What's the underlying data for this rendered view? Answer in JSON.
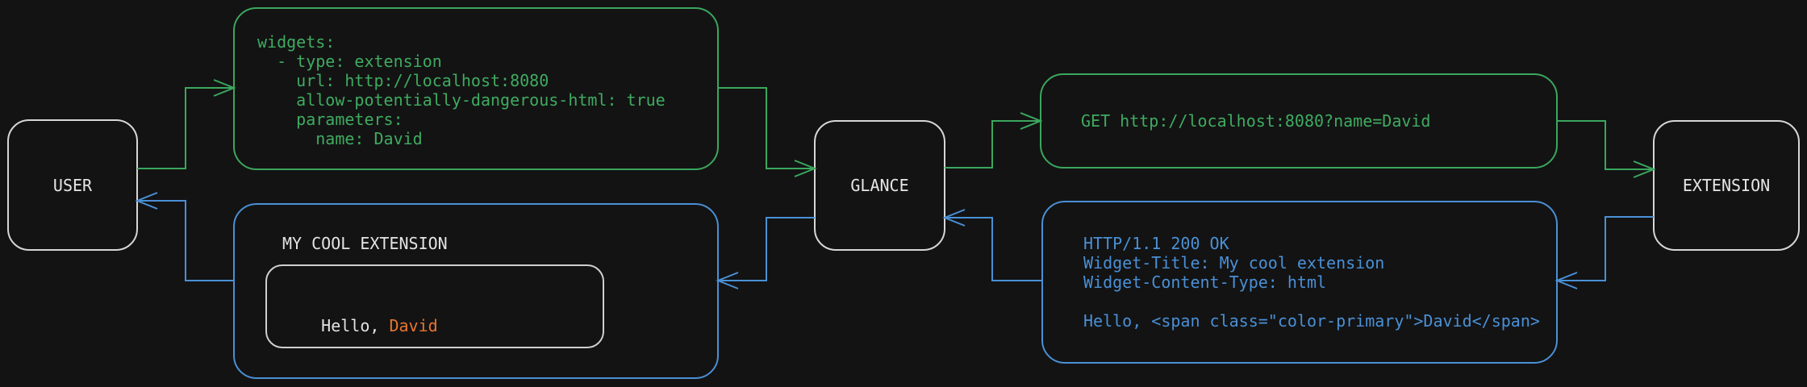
{
  "palette": {
    "background": "#131314",
    "green": "#3ba75d",
    "blue": "#4a90d5",
    "orange": "#e9752f",
    "node_border": "#d6d6d6",
    "text_white": "#e3e3e3"
  },
  "nodes": {
    "user": {
      "label": "USER"
    },
    "glance": {
      "label": "GLANCE"
    },
    "extension": {
      "label": "EXTENSION"
    }
  },
  "config_box": {
    "lines": [
      "widgets:",
      "  - type: extension",
      "    url: http://localhost:8080",
      "    allow-potentially-dangerous-html: true",
      "    parameters:",
      "      name: David"
    ]
  },
  "request_box": {
    "text": "GET http://localhost:8080?name=David"
  },
  "response_box": {
    "lines": [
      "HTTP/1.1 200 OK",
      "Widget-Title: My cool extension",
      "Widget-Content-Type: html",
      "",
      "Hello, <span class=\"color-primary\">David</span>"
    ]
  },
  "widget_box": {
    "title": "MY COOL EXTENSION",
    "greeting_prefix": "Hello, ",
    "greeting_name": "David"
  }
}
